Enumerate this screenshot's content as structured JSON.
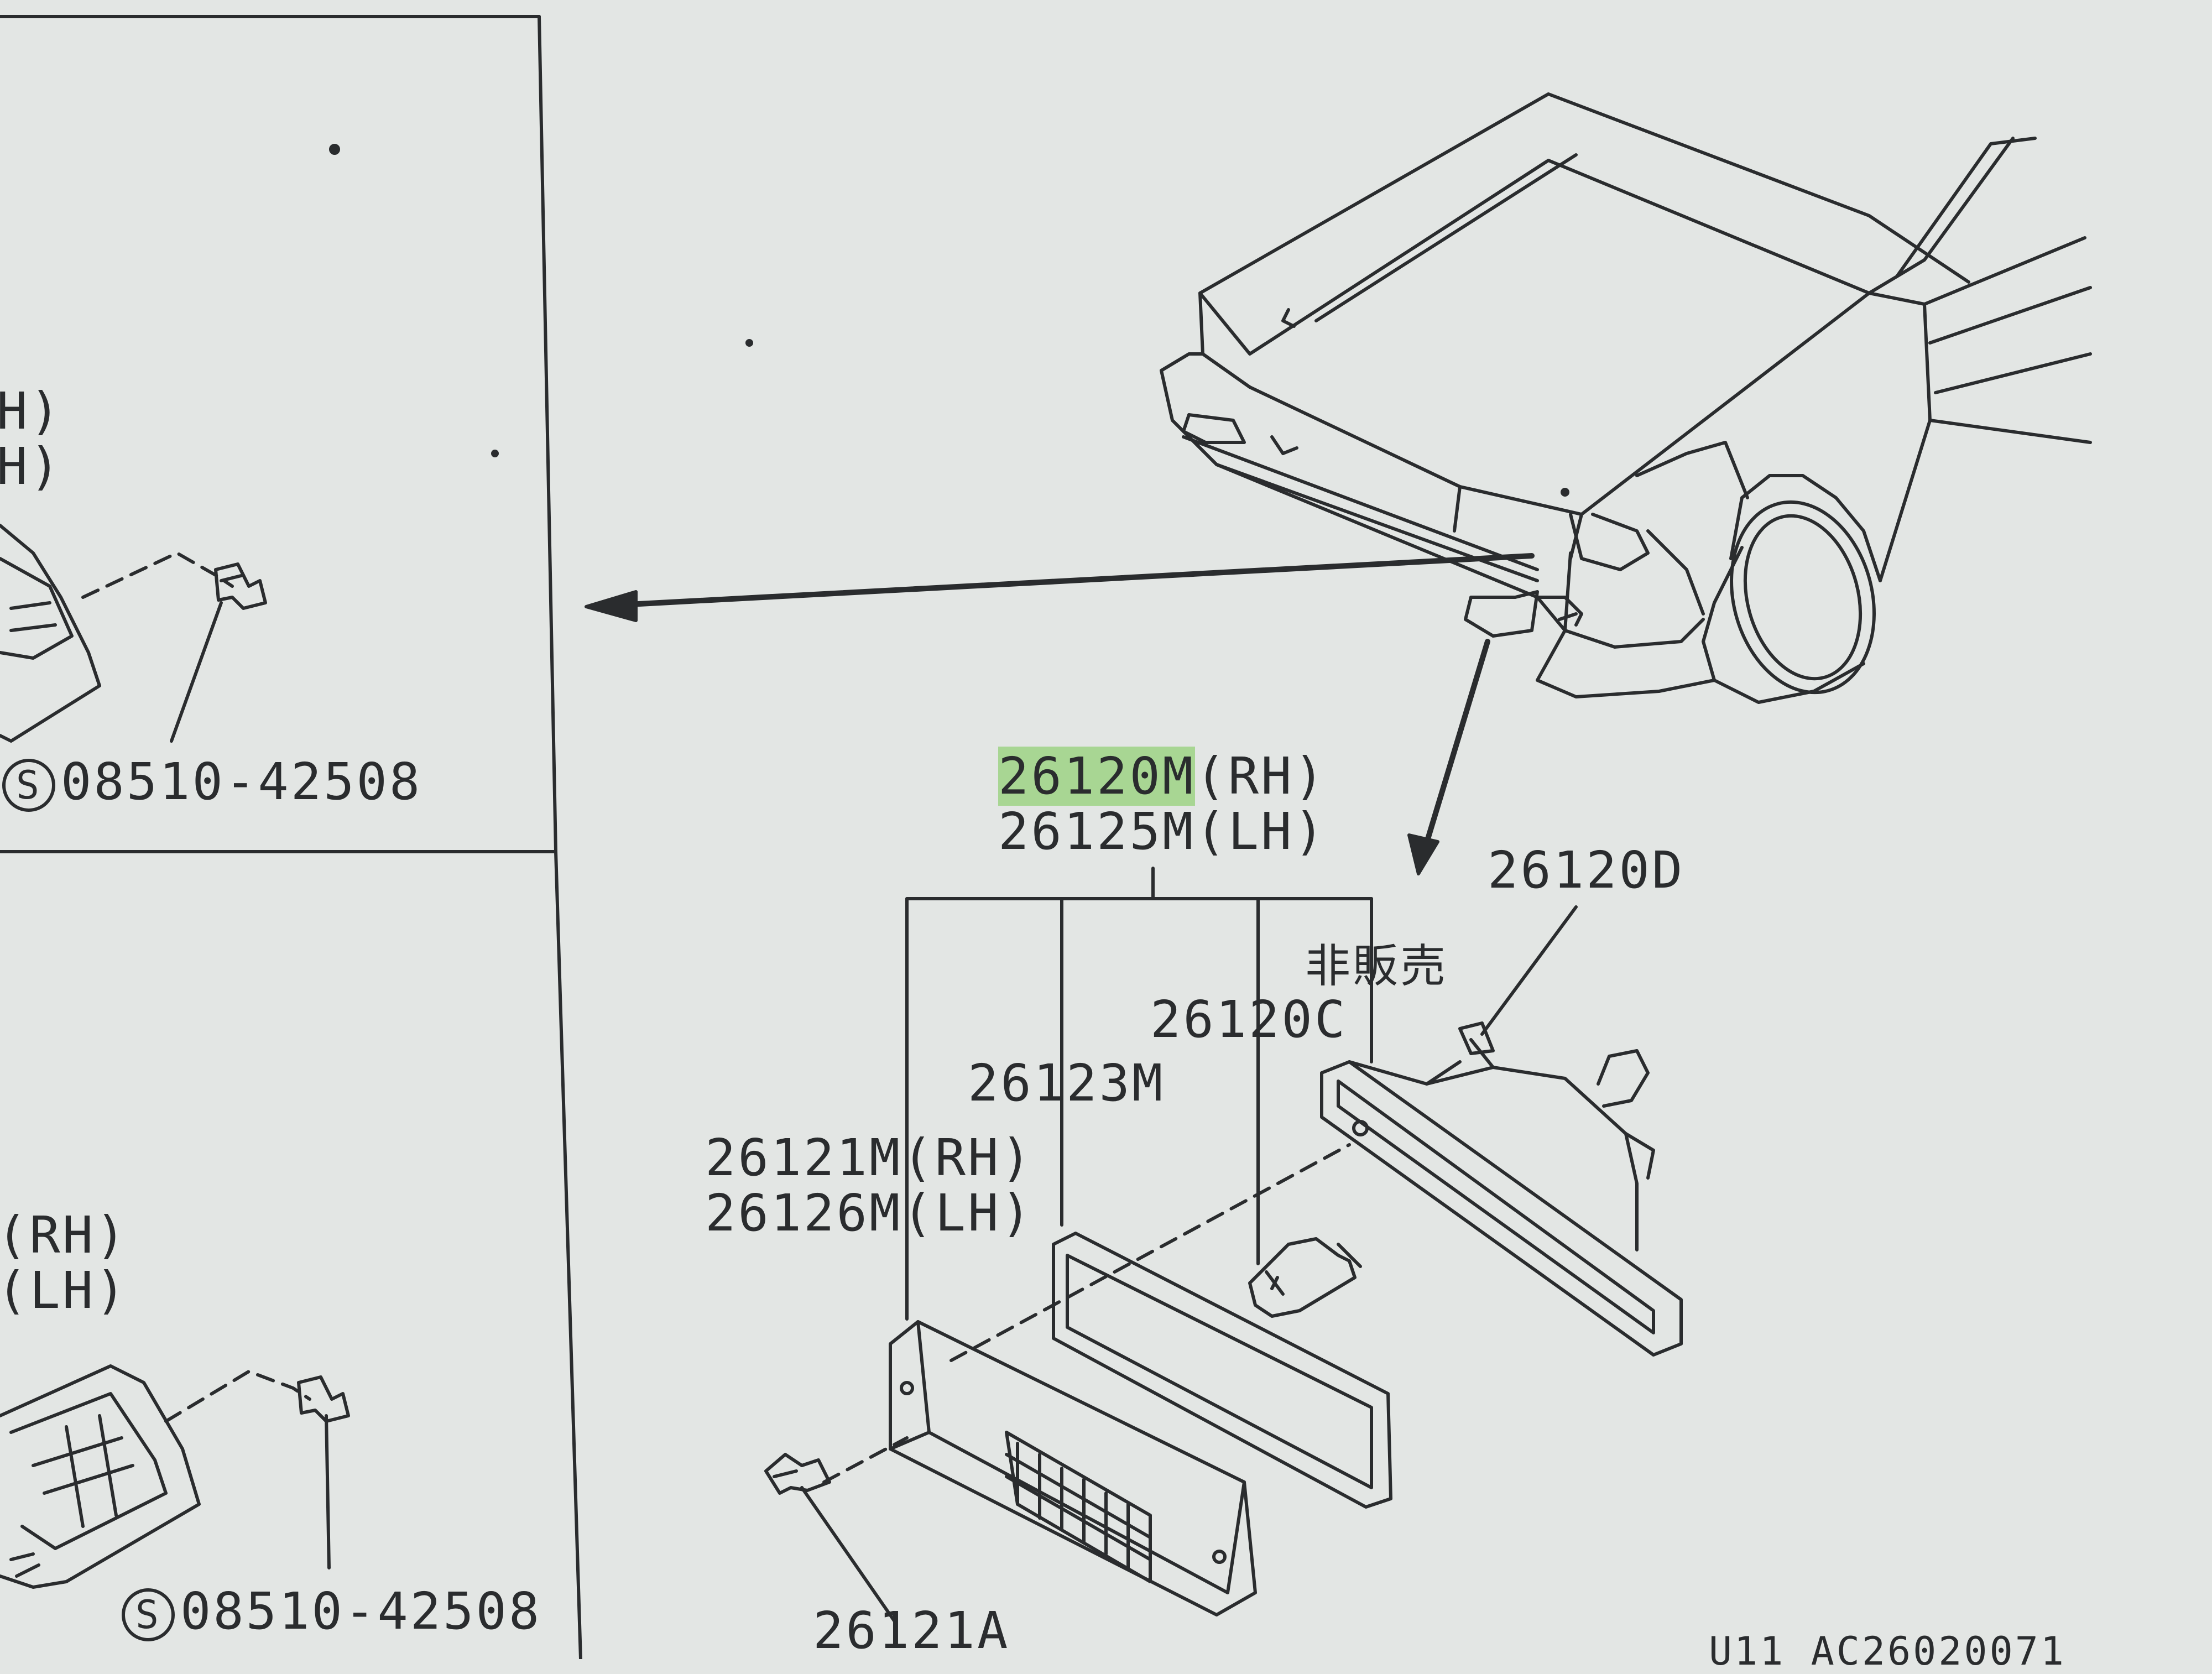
{
  "screen": {
    "background_color": "#e3e6e4",
    "line_color": "#2a2c2e",
    "highlight_color": "#7fce5a"
  },
  "left_panel": {
    "top_fragments": [
      "H)",
      "H)"
    ],
    "top_screw_part": "08510-42508",
    "bottom_fragments": [
      "(RH)",
      "(LH)"
    ],
    "bottom_screw_part": "08510-42508",
    "screw_symbol": "S"
  },
  "main": {
    "assembly_rh": "26120M(RH)",
    "assembly_lh": "26125M(LH)",
    "assembly_rh_highlighted_part": "26120M",
    "assembly_rh_suffix": "(RH)",
    "housing": "26120D",
    "not_for_sale": "非販売",
    "bulb": "26120C",
    "gasket": "26123M",
    "lens_rh": "26121M(RH)",
    "lens_lh": "26126M(LH)",
    "screw": "26121A",
    "footer_fragment": "U11 AC26020071"
  }
}
